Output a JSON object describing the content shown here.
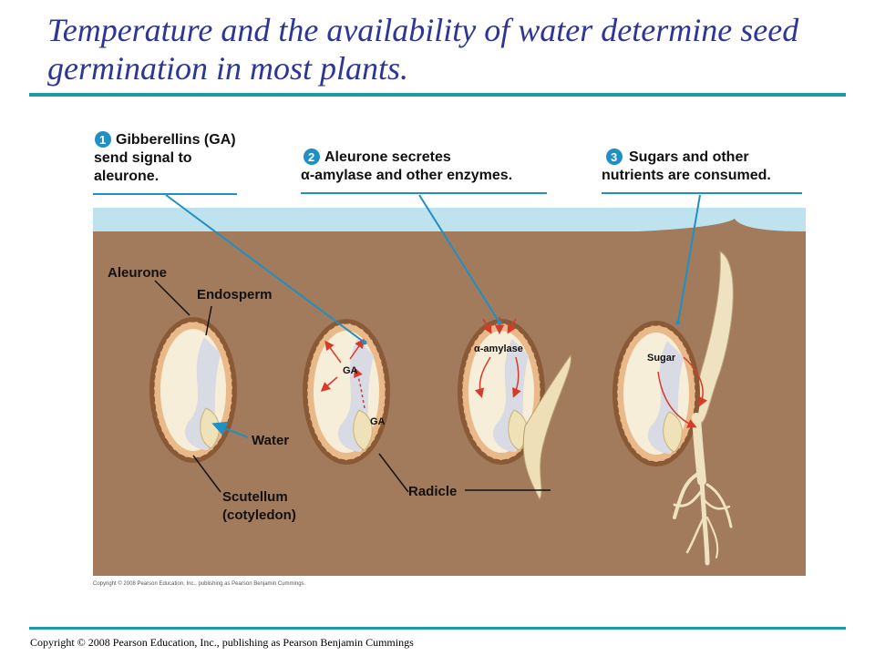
{
  "title": "Temperature and the availability of water determine seed germination in most plants.",
  "steps": [
    {
      "number": "1",
      "line1": "Gibberellins (GA)",
      "line2": "send signal to",
      "line3": "aleurone."
    },
    {
      "number": "2",
      "line1": "Aleurone secretes",
      "line2": "α-amylase and other enzymes."
    },
    {
      "number": "3",
      "line1": "Sugars and other",
      "line2": "nutrients are consumed."
    }
  ],
  "labels": {
    "aleurone": "Aleurone",
    "endosperm": "Endosperm",
    "water": "Water",
    "scutellum_line1": "Scutellum",
    "scutellum_line2": "(cotyledon)",
    "radicle": "Radicle",
    "ga": "GA",
    "amylase": "α-amylase",
    "sugar": "Sugar"
  },
  "figure_credit": "Copyright © 2008 Pearson Education, Inc., publishing as Pearson Benjamin Cummings.",
  "footer": "Copyright © 2008 Pearson Education, Inc., publishing as Pearson Benjamin Cummings",
  "colors": {
    "title": "#2d3596",
    "rule": "#1f9aa6",
    "soil": "#a27b5c",
    "water": "#bfe3ee",
    "seed_coat": "#8a5a36",
    "aleurone": "#e9b98a",
    "endosperm": "#f6eed9",
    "leader": "#1f8fc4",
    "arrow": "#d63a2a"
  }
}
